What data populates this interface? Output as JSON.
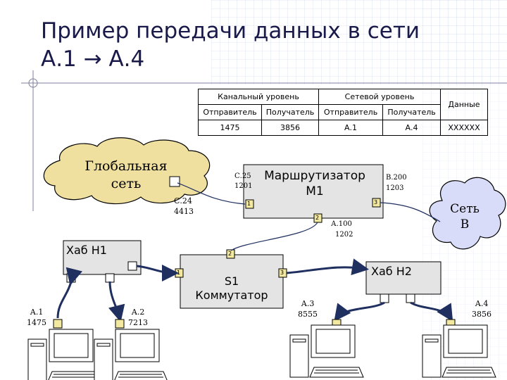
{
  "title": {
    "line1": "Пример передачи данных в сети",
    "line2": "А.1 → А.4"
  },
  "table": {
    "header": [
      "Канальный уровень",
      "Сетевой уровень",
      "Данные"
    ],
    "subheader": [
      "Отправитель",
      "Получатель",
      "Отправитель",
      "Получатель"
    ],
    "row": [
      "1475",
      "3856",
      "А.1",
      "А.4",
      "XXXXXX"
    ]
  },
  "global_net": {
    "line1": "Глобальная",
    "line2": "сеть"
  },
  "net_b": {
    "line1": "Сеть",
    "line2": "В"
  },
  "router": {
    "line1": "Маршрутизатор",
    "line2": "М1",
    "port1": "1",
    "port2": "2",
    "port3": "3",
    "c25_a": "С.25",
    "c25_b": "1201",
    "c24_a": "С.24",
    "c24_b": "4413",
    "b200_a": "В.200",
    "b200_b": "1203",
    "a100_a": "А.100",
    "a100_b": "1202"
  },
  "hub1": {
    "label": "Хаб Н1"
  },
  "hub2": {
    "label": "Хаб Н2"
  },
  "switch": {
    "line1": "S1",
    "line2": "Коммутатор",
    "port1": "1",
    "port2": "2",
    "port3": "3"
  },
  "hosts": [
    {
      "name": "А.1",
      "addr": "1475"
    },
    {
      "name": "А.2",
      "addr": "7213"
    },
    {
      "name": "А.3",
      "addr": "8555"
    },
    {
      "name": "А.4",
      "addr": "3856"
    }
  ],
  "colors": {
    "title": "#1a1a4a",
    "cloud": "#f0e0a0",
    "cloud_b": "#d8dcf8",
    "box": "#e4e4e4",
    "port": "#f2e8a0",
    "grid": "#c9d4ea"
  }
}
